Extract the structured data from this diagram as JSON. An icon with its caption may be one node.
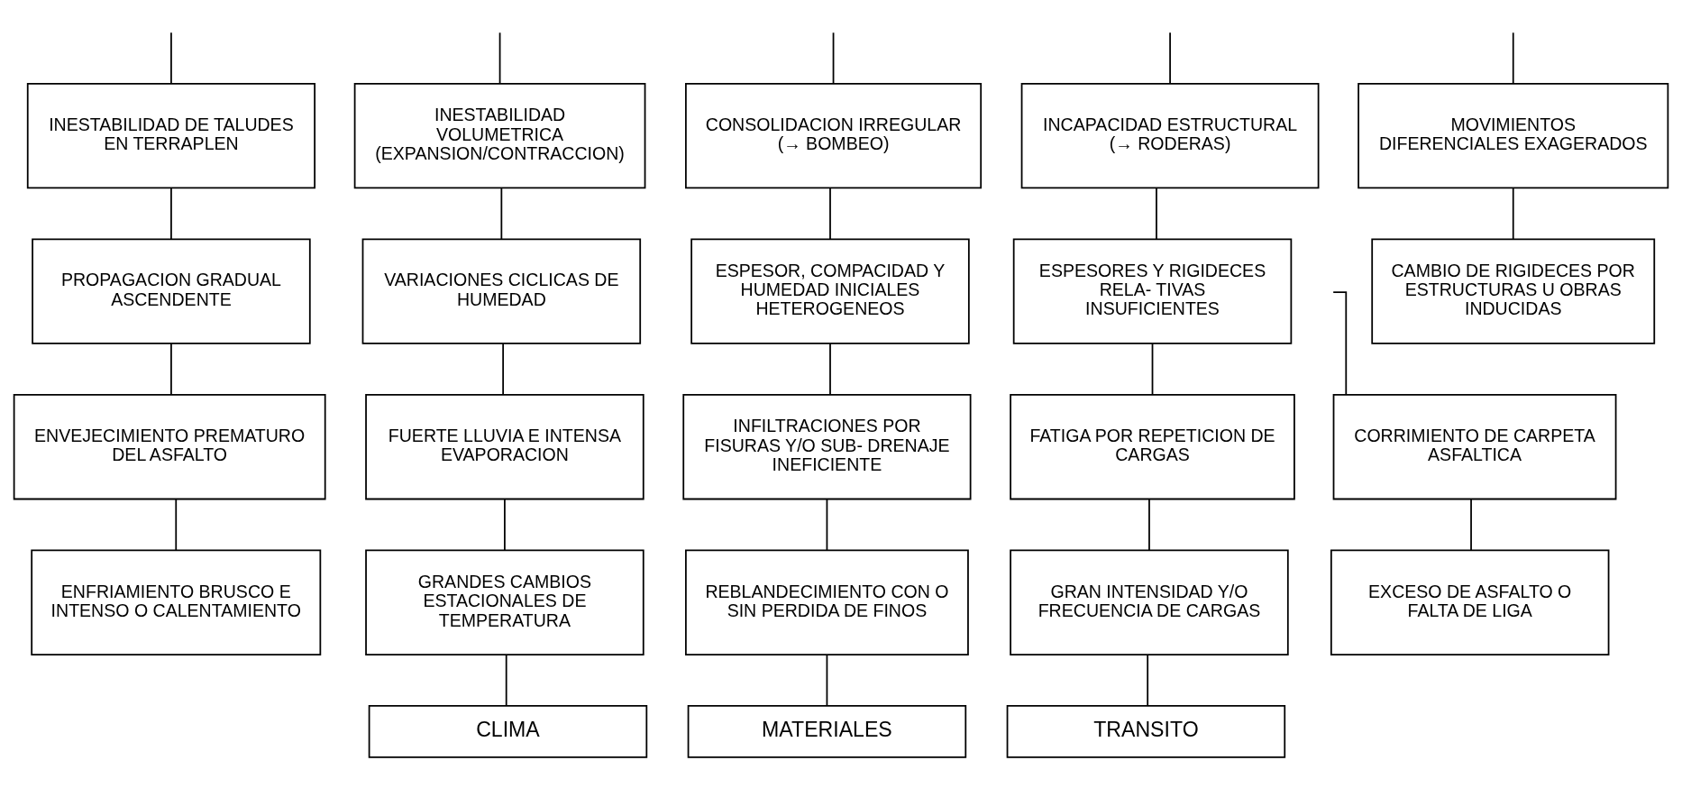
{
  "diagram": {
    "nodes": [
      {
        "text": [
          "INESTABILIDAD DE TALUDES EN TERRAPLEN"
        ]
      },
      {
        "text": [
          "INESTABILIDAD VOLUMETRICA",
          "(EXPANSION/CONTRACCION)"
        ]
      },
      {
        "text": [
          "CONSOLIDACION IRREGULAR",
          "(→ BOMBEO)"
        ]
      },
      {
        "text": [
          "INCAPACIDAD ESTRUCTURAL",
          "(→ RODERAS)"
        ]
      },
      {
        "text": [
          "MOVIMIENTOS DIFERENCIALES EXAGERADOS"
        ]
      },
      {
        "text": [
          "PROPAGACION GRADUAL ASCENDENTE"
        ]
      },
      {
        "text": [
          "VARIACIONES CICLICAS DE HUMEDAD"
        ]
      },
      {
        "text": [
          "ESPESOR, COMPACIDAD Y HUMEDAD INICIALES HETEROGENEOS"
        ]
      },
      {
        "text": [
          "ESPESORES Y RIGIDECES RELA- TIVAS INSUFICIENTES"
        ]
      },
      {
        "text": [
          "CAMBIO DE RIGIDECES POR ESTRUCTURAS U OBRAS INDUCIDAS"
        ]
      },
      {
        "text": [
          "ENVEJECIMIENTO PREMATURO DEL ASFALTO"
        ]
      },
      {
        "text": [
          "FUERTE LLUVIA E INTENSA EVAPORACION"
        ]
      },
      {
        "text": [
          "INFILTRACIONES POR FISURAS Y/O SUB- DRENAJE INEFICIENTE"
        ]
      },
      {
        "text": [
          "FATIGA POR REPETICION DE CARGAS"
        ]
      },
      {
        "text": [
          "CORRIMIENTO DE CARPETA ASFALTICA"
        ]
      },
      {
        "text": [
          "ENFRIAMIENTO BRUSCO E INTENSO O CALENTAMIENTO"
        ]
      },
      {
        "text": [
          "GRANDES CAMBIOS ESTACIONALES DE TEMPERATURA"
        ]
      },
      {
        "text": [
          "REBLANDECIMIENTO CON O SIN PERDIDA DE FINOS"
        ]
      },
      {
        "text": [
          "GRAN INTENSIDAD Y/O FRECUENCIA DE CARGAS"
        ]
      },
      {
        "text": [
          "EXCESO DE ASFALTO O FALTA DE LIGA"
        ]
      },
      {
        "text": [
          "CLIMA"
        ]
      },
      {
        "text": [
          "MATERIALES"
        ]
      },
      {
        "text": [
          "TRANSITO"
        ]
      }
    ],
    "edges": [
      {
        "from": 0,
        "to": null,
        "arrow": "none"
      },
      {
        "from": 1,
        "to": null,
        "arrow": "none"
      },
      {
        "from": 2,
        "to": null,
        "arrow": "none"
      },
      {
        "from": 3,
        "to": null,
        "arrow": "none"
      },
      {
        "from": 4,
        "to": null,
        "arrow": "none"
      },
      {
        "from": 0,
        "to": 5,
        "arrow": "none"
      },
      {
        "from": 5,
        "to": 10,
        "arrow": "none"
      },
      {
        "from": 10,
        "to": 15,
        "arrow": "none"
      },
      {
        "from": 1,
        "to": 6,
        "arrow": "none"
      },
      {
        "from": 6,
        "to": 11,
        "arrow": "none"
      },
      {
        "from": 11,
        "to": 16,
        "arrow": "none"
      },
      {
        "from": 2,
        "to": 7,
        "arrow": "none"
      },
      {
        "from": 7,
        "to": 12,
        "arrow": "none"
      },
      {
        "from": 12,
        "to": 17,
        "arrow": "none"
      },
      {
        "from": 3,
        "to": 8,
        "arrow": "none"
      },
      {
        "from": 8,
        "to": 13,
        "arrow": "none"
      },
      {
        "from": 13,
        "to": 18,
        "arrow": "none"
      },
      {
        "from": 4,
        "to": 9,
        "arrow": "none"
      },
      {
        "from": 14,
        "to": 19,
        "arrow": "none"
      },
      {
        "from": 14,
        "to": null,
        "arrow": "none"
      },
      {
        "from": 16,
        "to": 20,
        "arrow": "none"
      },
      {
        "from": 17,
        "to": 21,
        "arrow": "none"
      },
      {
        "from": 18,
        "to": 22,
        "arrow": "none"
      }
    ]
  }
}
